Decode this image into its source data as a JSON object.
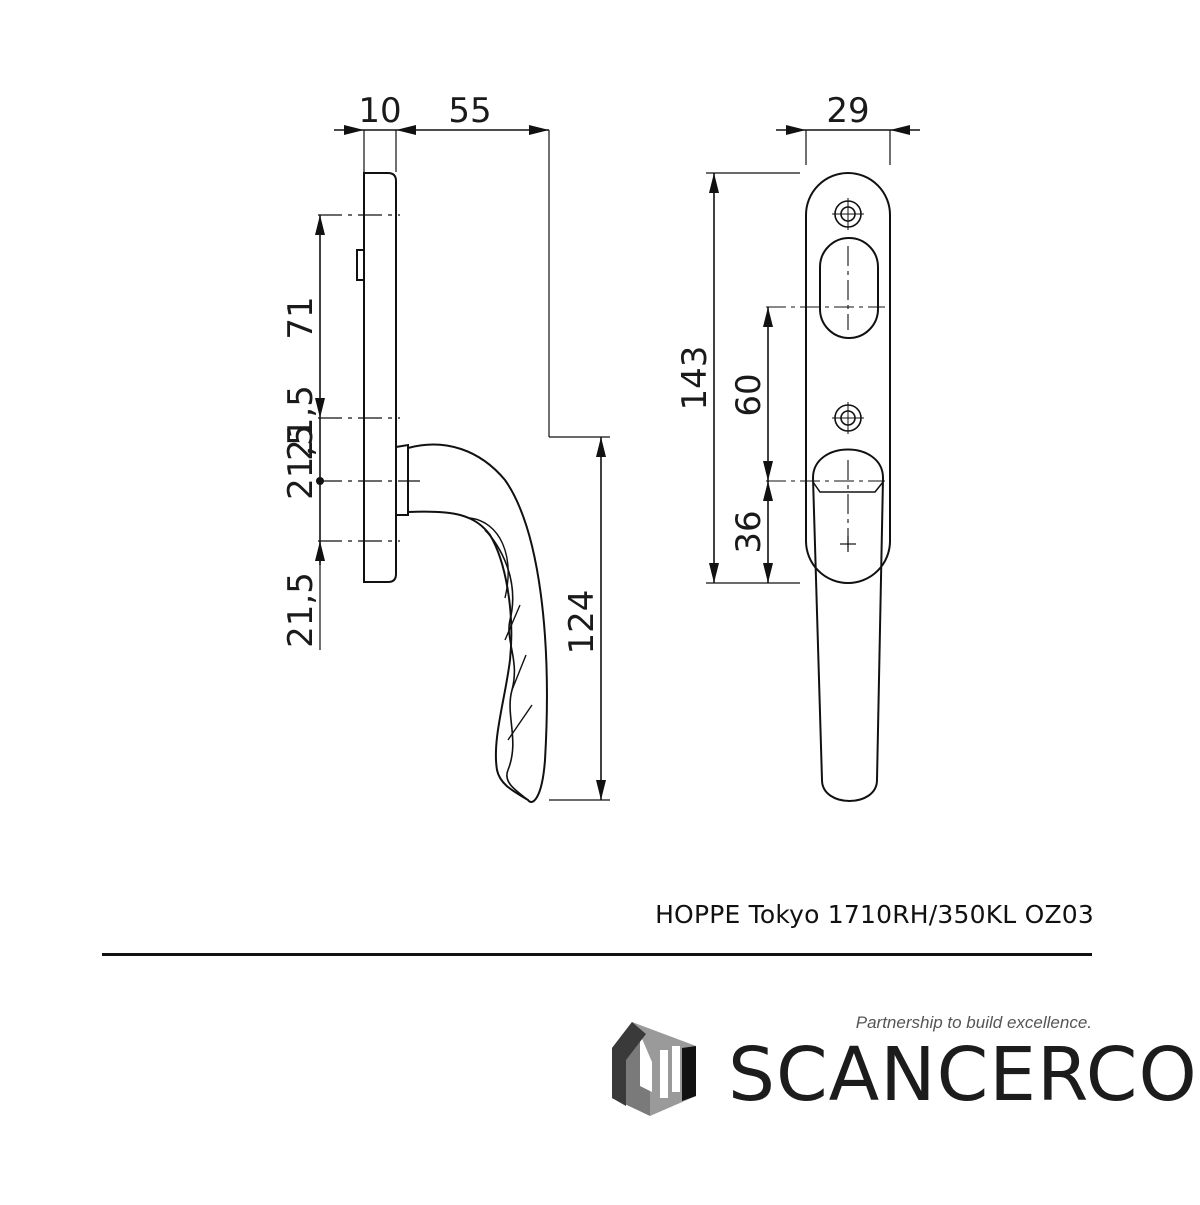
{
  "drawing": {
    "side_view": {
      "plate_thickness": "10",
      "projection": "55",
      "spacing_top": "71",
      "spacing_mid": "21,5",
      "spacing_mid2": "21,5",
      "spacing_bottom": "21,5",
      "handle_length": "124"
    },
    "front_view": {
      "plate_width": "29",
      "plate_height": "143",
      "screw_spacing": "60",
      "spindle_offset": "36"
    }
  },
  "caption": {
    "product": "HOPPE Tokyo 1710RH/350KL OZ03"
  },
  "brand": {
    "tagline": "Partnership to build excellence.",
    "name": "SCANCERCO"
  }
}
